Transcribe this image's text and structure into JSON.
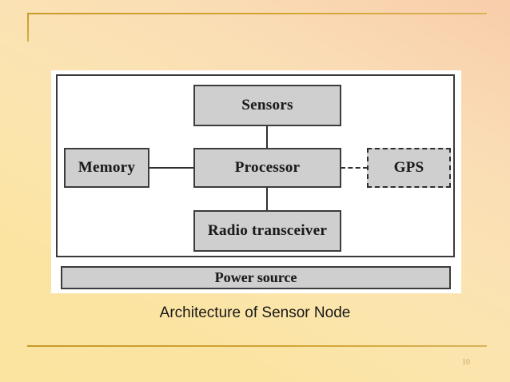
{
  "slide": {
    "caption": "Architecture of Sensor Node",
    "page_number": "10",
    "colors": {
      "background_start": "#f8cdab",
      "background_end": "#fbe3a0",
      "accent_rule": "#c79a2a",
      "box_fill": "#cfcfcf",
      "box_border": "#3c3c3c",
      "frame": "#ffffff"
    }
  },
  "diagram": {
    "type": "block-diagram",
    "title": "Architecture of Sensor Node",
    "boundary_label": "sensor-node-boundary",
    "nodes": [
      {
        "id": "sensors",
        "label": "Sensors",
        "style": "solid",
        "position": "top-center"
      },
      {
        "id": "memory",
        "label": "Memory",
        "style": "solid",
        "position": "middle-left"
      },
      {
        "id": "processor",
        "label": "Processor",
        "style": "solid",
        "position": "middle-center"
      },
      {
        "id": "gps",
        "label": "GPS",
        "style": "dashed",
        "position": "middle-right"
      },
      {
        "id": "radio",
        "label": "Radio transceiver",
        "style": "solid",
        "position": "bottom-center"
      },
      {
        "id": "power",
        "label": "Power source",
        "style": "solid",
        "position": "base-bar"
      }
    ],
    "edges": [
      {
        "from": "sensors",
        "to": "processor",
        "style": "solid",
        "orientation": "vertical"
      },
      {
        "from": "memory",
        "to": "processor",
        "style": "solid",
        "orientation": "horizontal"
      },
      {
        "from": "processor",
        "to": "radio",
        "style": "solid",
        "orientation": "vertical"
      },
      {
        "from": "processor",
        "to": "gps",
        "style": "dashed",
        "orientation": "horizontal"
      }
    ]
  }
}
